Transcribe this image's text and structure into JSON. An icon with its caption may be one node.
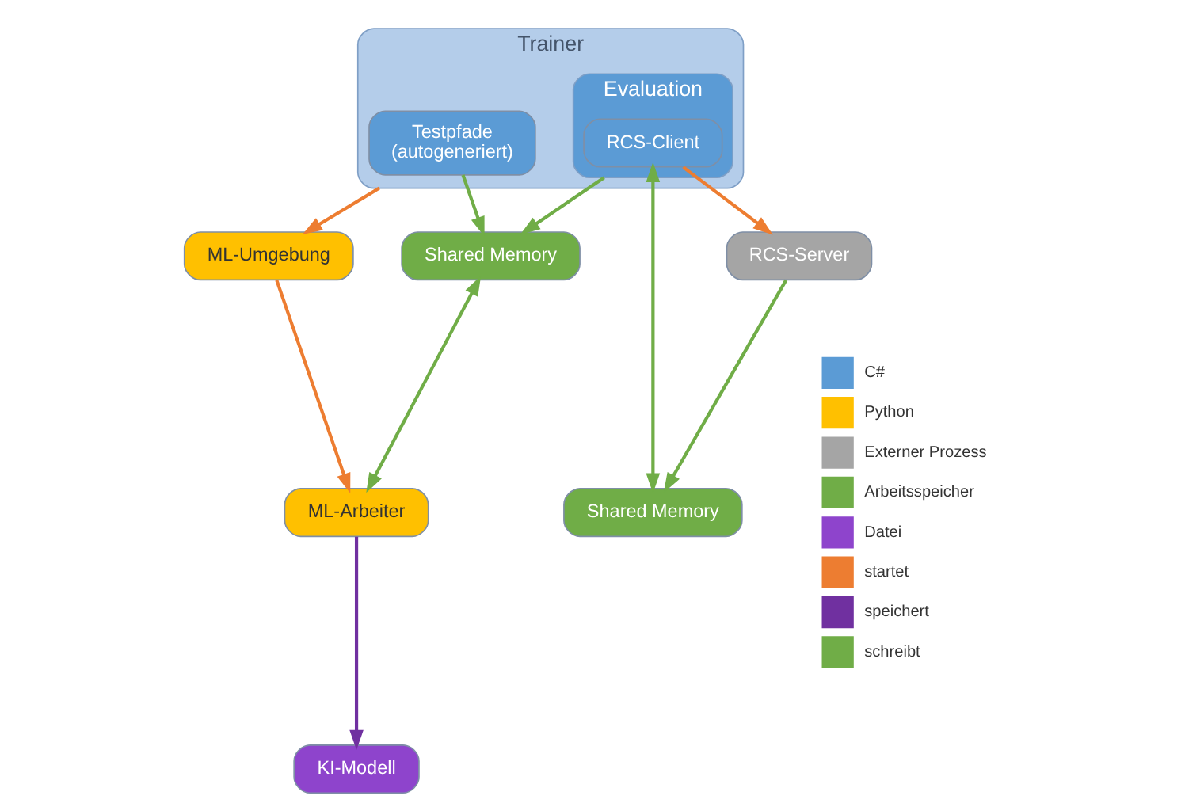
{
  "diagram": {
    "nodes": [
      {
        "text": [
          "Trainer"
        ]
      },
      {
        "text": [
          "Testpfade",
          "(autogeneriert)"
        ],
        "in": 0
      },
      {
        "text": [
          "Evaluation"
        ],
        "in": 0
      },
      {
        "text": [
          "RCS-Client"
        ],
        "in": 2
      },
      {
        "text": [
          "Shared Memory"
        ]
      },
      {
        "text": [
          "ML-Umgebung"
        ]
      },
      {
        "text": [
          "ML-Arbeiter"
        ]
      },
      {
        "text": [
          "KI-Modell"
        ]
      },
      {
        "text": [
          "Shared Memory"
        ]
      },
      {
        "text": [
          "RCS-Server"
        ]
      }
    ],
    "edges": [
      {
        "from": 0,
        "to": 5,
        "arrow": "to",
        "color": "#ed7d31"
      },
      {
        "from": 5,
        "to": 6,
        "arrow": "to",
        "color": "#ed7d31"
      },
      {
        "from": 1,
        "to": 4,
        "arrow": "to"
      },
      {
        "from": 2,
        "to": 4,
        "arrow": "to"
      },
      {
        "from": 4,
        "to": 6,
        "arrow": "both"
      },
      {
        "from": 6,
        "to": 7,
        "arrow": "to",
        "color": "#7030a0"
      },
      {
        "from": 3,
        "to": 9,
        "arrow": "to",
        "color": "#ed7d31"
      },
      {
        "from": 3,
        "to": 8,
        "arrow": "both"
      },
      {
        "from": 9,
        "to": 8,
        "arrow": "to"
      }
    ],
    "legend": [
      {
        "text": "C#",
        "color": "#5b9bd5"
      },
      {
        "text": "Python",
        "color": "#ffc000"
      },
      {
        "text": "Externer Prozess",
        "color": "#a5a5a5"
      },
      {
        "text": "Arbeitsspeicher",
        "color": "#70ad47"
      },
      {
        "text": "Datei",
        "color": "#8e44cc"
      },
      {
        "text": "startet",
        "color": "#ed7d31"
      },
      {
        "text": "speichert",
        "color": "#7030a0"
      },
      {
        "text": "schreibt",
        "color": "#70ad47"
      }
    ]
  }
}
